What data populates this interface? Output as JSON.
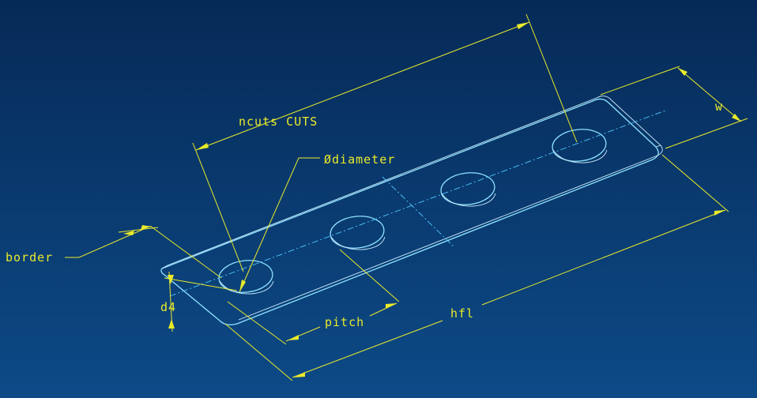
{
  "colors": {
    "background_top": "#062a57",
    "background_bottom": "#0d4a87",
    "dimension": "#e9ea2a",
    "geometry": "#8fe3ff"
  },
  "labels": {
    "ncuts": "ncuts CUTS",
    "diameter": "Ødiameter",
    "w": "w",
    "border": "border",
    "d4": "d4",
    "pitch": "pitch",
    "hfl": "hfl"
  }
}
